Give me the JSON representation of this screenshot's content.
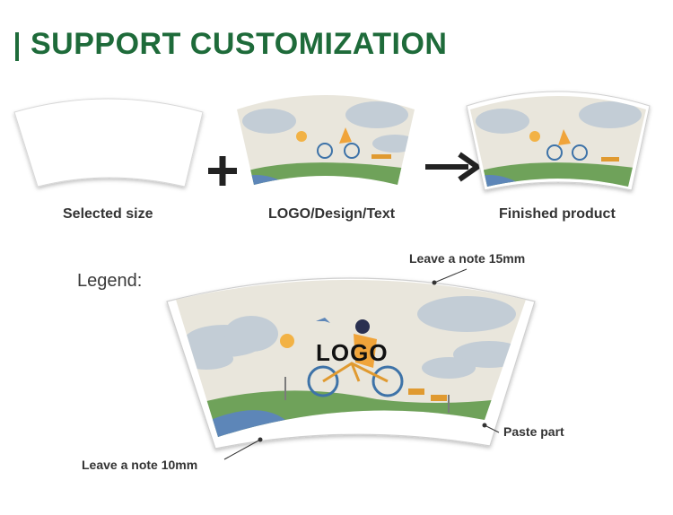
{
  "header": {
    "title": "SUPPORT CUSTOMIZATION"
  },
  "steps": [
    {
      "caption": "Selected size"
    },
    {
      "caption": "LOGO/Design/Text"
    },
    {
      "caption": "Finished product"
    }
  ],
  "symbols": {
    "plus": "+",
    "arrow": "→"
  },
  "legend": {
    "label": "Legend:",
    "logo_text": "LOGO",
    "note_top": "Leave a note 15mm",
    "note_bottom": "Leave a note 10mm",
    "paste_part": "Paste part"
  },
  "colors": {
    "brand_green": "#1e6b3a",
    "sky": "#e9e6dc",
    "cloud": "#c3cdd6",
    "grass": "#6fa25a",
    "water": "#5d86b8",
    "figure": "#f0a43a",
    "sun": "#f2b245"
  }
}
